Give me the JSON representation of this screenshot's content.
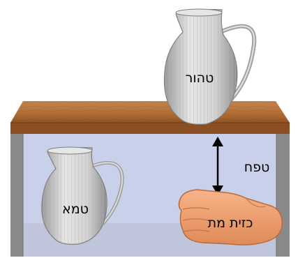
{
  "labels": {
    "pure_jug": "טהור",
    "impure_jug": "טמא",
    "handbreadth": "טפח",
    "corpse_olive": "כזית מת"
  },
  "colors": {
    "shelf_wood": "#b5743a",
    "box_interior": "#c8d0ea",
    "box_frame": "#8c8c8c",
    "jug": "#d9d9d9",
    "hand": "#f0a070"
  }
}
